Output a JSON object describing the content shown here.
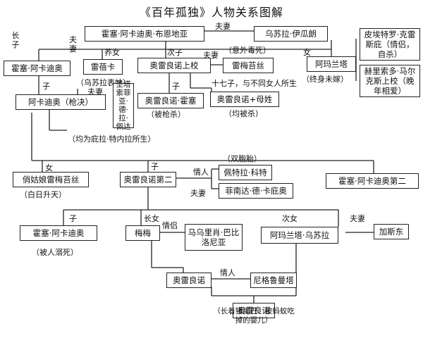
{
  "title": "《百年孤独》人物关系图解",
  "people": {
    "p_jose": "霍塞·阿卡迪奥·布恩地亚",
    "p_ursula": "乌苏拉·伊瓜朗",
    "p_jose2": "霍塞·阿卡迪奥",
    "p_rebeca": "雷蓓卡",
    "p_aureliano": "奥雷良诺上校",
    "p_remedios": "雷梅苔丝",
    "p_amaranta": "阿玛兰塔",
    "p_pietro": "皮埃特罗·克雷斯庇（情侣，自杀）",
    "p_gerineldo": "赫里索多·马尔克斯上校（晚年相爱）",
    "p_santa": "圣塔索菲亚·德·拉·佩达",
    "p_arcadio": "阿卡迪奥（枪决）",
    "p_aureliano_jose": "奥雷良诺·霍塞",
    "p_17sons": "奥雷良诺+母姓",
    "p_remedios_beauty": "俏姑娘雷梅苔丝",
    "p_aureliano2": "奥雷良诺第二",
    "p_petra": "佩特拉·科特",
    "p_fernanda": "菲南达·德·卡庇奥",
    "p_jose_arcadio2": "霍塞·阿卡迪奥第二",
    "p_jose3": "霍塞·阿卡迪奥",
    "p_meme": "梅梅",
    "p_mauricio": "马乌里肖·巴比洛尼亚",
    "p_amaranta_ursula": "阿玛兰塔·乌苏拉",
    "p_gaston": "加斯东",
    "p_aureliano_b": "奥雷良诺",
    "p_nigromanta": "尼格鲁曼塔",
    "p_aureliano_last": "奥雷良诺"
  },
  "labels": {
    "l_fuqi1": "夫妻",
    "l_changzi": "长子",
    "l_fuqi2": "夫\n妻",
    "l_yangnv": "养女",
    "l_cizi": "次子",
    "l_fuqi3": "夫妻",
    "l_yiwai": "（意外毒死）",
    "l_nv1": "女",
    "l_zhongshen": "（终身未嫁）",
    "l_wusula_biaomei": "（乌苏拉表妹）",
    "l_fuqi4": "夫妻",
    "l_zi1": "子",
    "l_zi2": "子",
    "l_17": "十七子，与不同女人所生",
    "l_beiqiangsha": "（被枪杀）",
    "l_junbeisha": "（均被杀）",
    "l_pilaladesheng": "（均为庇拉·特内拉所生）",
    "l_nv2": "女",
    "l_zi3": "子",
    "l_qingren1": "情人",
    "l_fuqi5": "夫妻",
    "l_taipei": "（双胞胎）",
    "l_baitian": "（白日升天）",
    "l_zi4": "子",
    "l_zhangnv": "长女",
    "l_qinglv": "情侣",
    "l_cinv": "次女",
    "l_fuqi6": "夫妻",
    "l_niming": "（被人溺死）",
    "l_qingren2": "情人",
    "l_lastnote": "（长着猪尾巴、被蚂蚁吃\n掉的婴儿）"
  }
}
